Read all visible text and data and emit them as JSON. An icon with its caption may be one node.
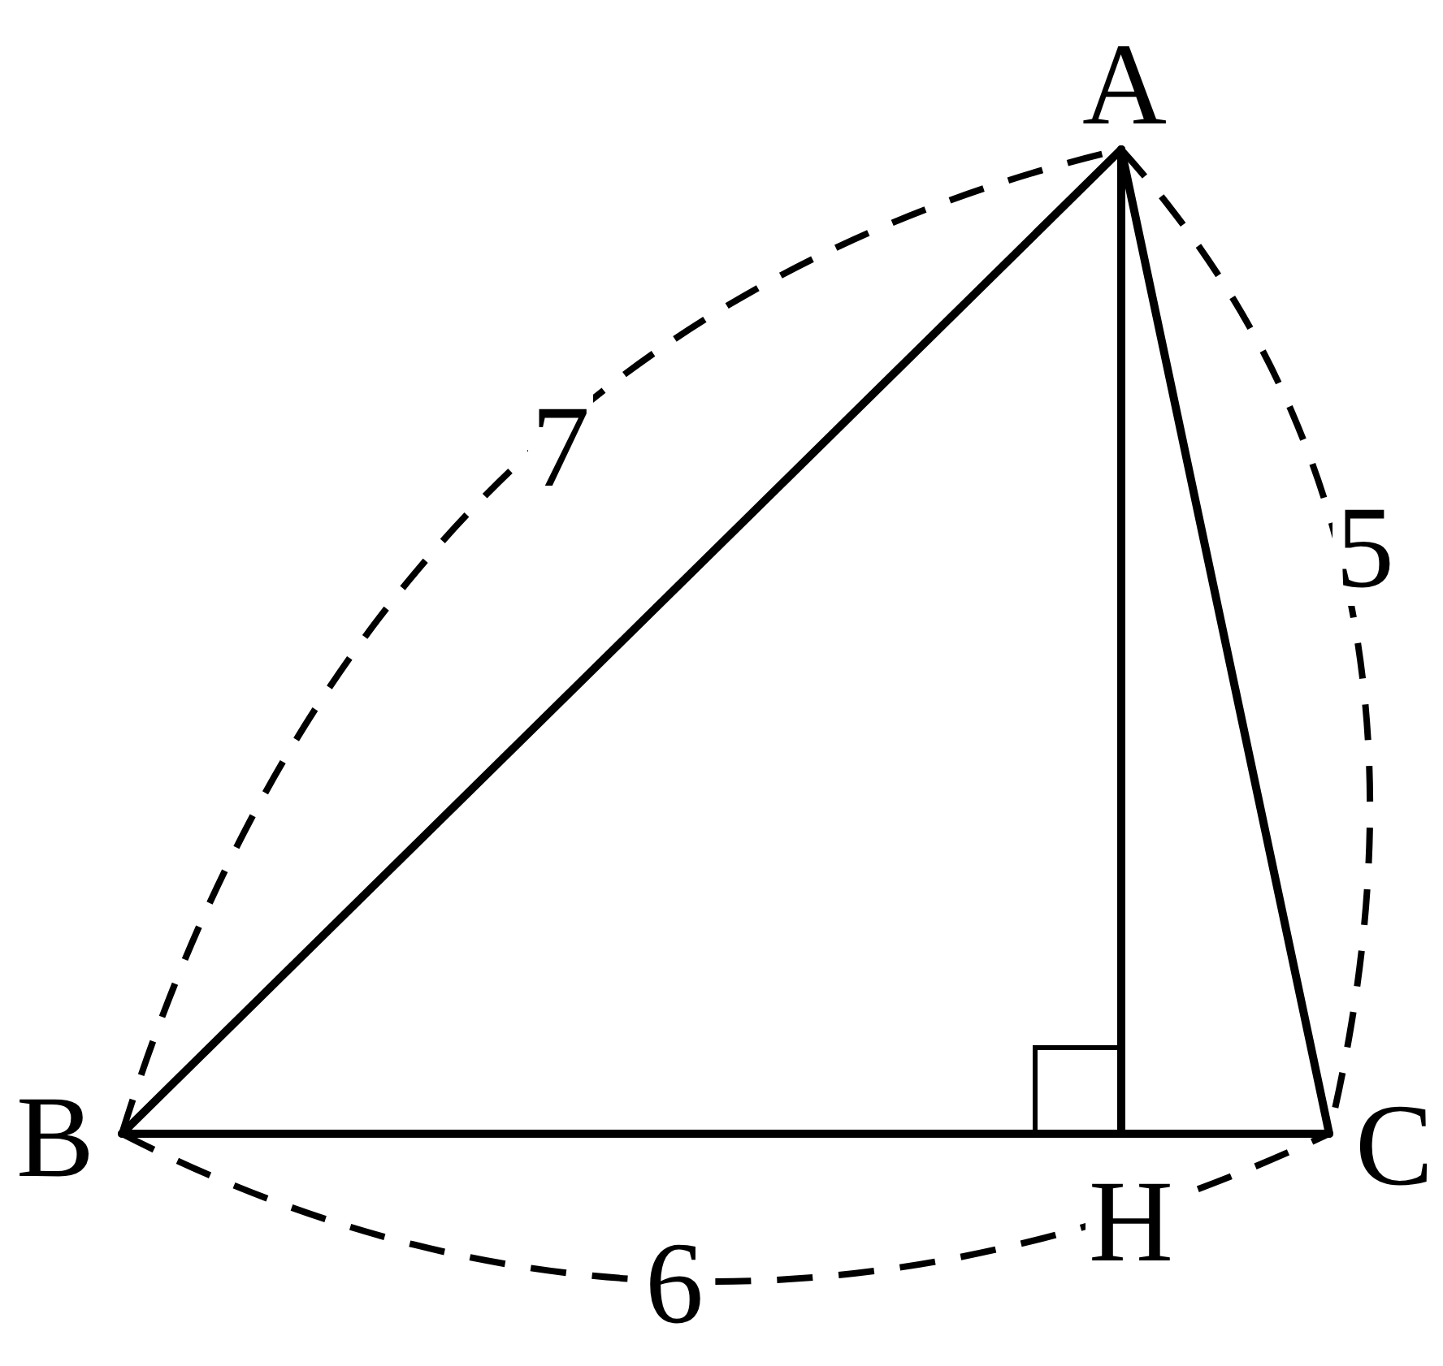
{
  "diagram": {
    "nodes": [
      {
        "text": [
          "A"
        ]
      },
      {
        "text": [
          "B"
        ]
      },
      {
        "text": [
          "C"
        ]
      },
      {
        "text": [
          "H"
        ]
      }
    ],
    "edges": [
      {
        "from": 0,
        "to": 1,
        "arrow": "none"
      },
      {
        "from": 1,
        "to": 2,
        "arrow": "none"
      },
      {
        "from": 0,
        "to": 2,
        "arrow": "none"
      },
      {
        "from": 0,
        "to": 3,
        "arrow": "none"
      }
    ],
    "labels": [
      "7",
      "5",
      "6"
    ]
  }
}
